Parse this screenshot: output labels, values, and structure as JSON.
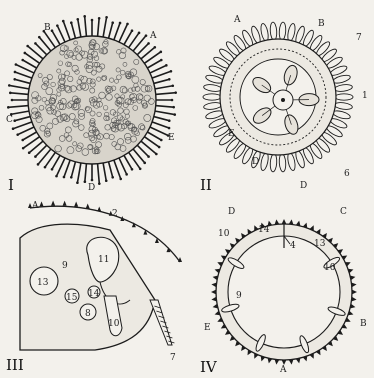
{
  "colors": {
    "ink": "#1c1c1c",
    "paper": "#f3f1ec",
    "panel_fill": "#e9e6df"
  },
  "figures": [
    {
      "id": "I",
      "numeral": "I",
      "labels": {
        "A": "A",
        "B": "B",
        "C": "C",
        "D": "D",
        "E": "E"
      }
    },
    {
      "id": "II",
      "numeral": "II",
      "labels": {
        "A": "A",
        "B": "B",
        "D1": "D",
        "D2": "D",
        "E": "E",
        "n7": "7",
        "n1": "1",
        "n6": "6"
      }
    },
    {
      "id": "III",
      "numeral": "III",
      "labels": {
        "A": "A",
        "n2": "2",
        "n9": "9",
        "n11": "11",
        "n13": "13",
        "n15": "15",
        "n14": "14",
        "n8": "8",
        "n10": "10",
        "n7": "7"
      }
    },
    {
      "id": "IV",
      "numeral": "IV",
      "labels": {
        "A": "A",
        "B": "B",
        "C": "C",
        "D": "D",
        "E": "E",
        "n10a": "10",
        "n14": "14",
        "n4": "4",
        "n13": "13",
        "n10b": "10",
        "n9": "9"
      }
    }
  ]
}
